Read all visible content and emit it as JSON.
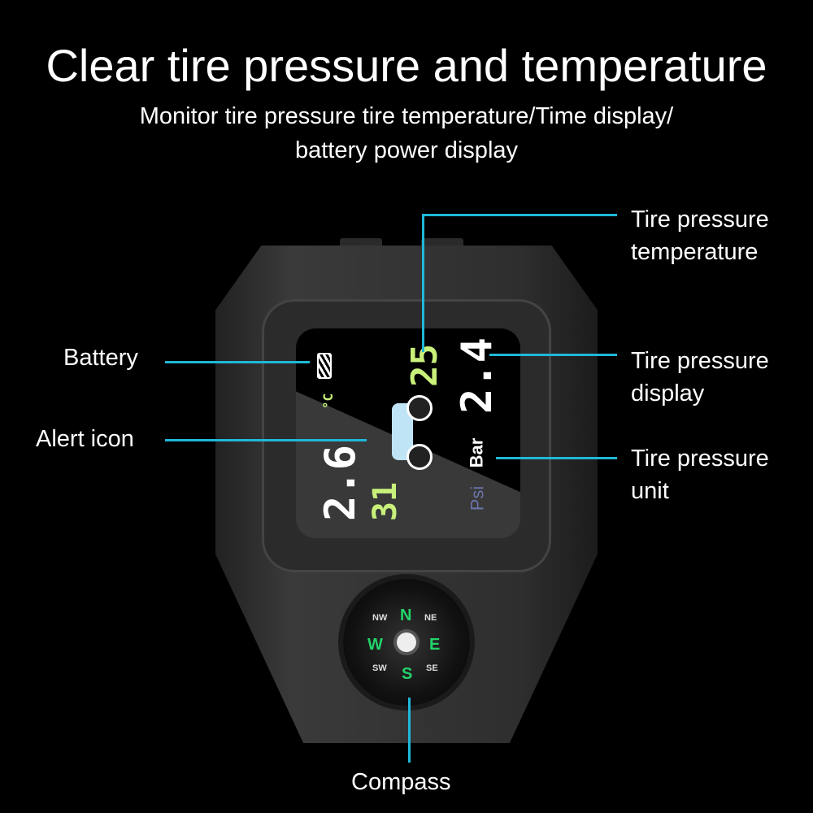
{
  "title": "Clear tire pressure and temperature",
  "subtitle": [
    "Monitor tire pressure tire temperature/Time display/",
    "battery power display"
  ],
  "callouts": {
    "temperature": [
      "Tire pressure",
      "temperature"
    ],
    "display": [
      "Tire pressure",
      "display"
    ],
    "unit": [
      "Tire pressure",
      "unit"
    ],
    "battery": "Battery",
    "alert": "Alert icon",
    "compass": "Compass"
  },
  "screen": {
    "front_pressure": "2.4",
    "front_temp": "25",
    "rear_pressure": "2.6",
    "rear_temp": "31",
    "temp_unit": "°C",
    "unit_bar": "Bar",
    "unit_psi": "Psi"
  },
  "compass": {
    "n": "N",
    "e": "E",
    "s": "S",
    "w": "W",
    "ne": "NE",
    "nw": "NW",
    "se": "SE",
    "sw": "SW"
  },
  "colors": {
    "accent": "#1fb8d8",
    "lcd_green": "#c8f07a",
    "compass_green": "#22d36a"
  }
}
